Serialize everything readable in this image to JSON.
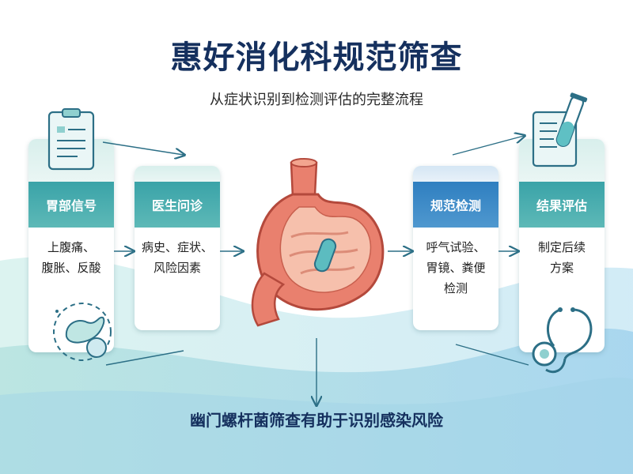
{
  "title": "惠好消化科规范筛查",
  "subtitle": "从症状识别到检测评估的完整流程",
  "steps": [
    {
      "title": "胃部信号",
      "lines": [
        "上腹痛、",
        "腹胀、反酸"
      ]
    },
    {
      "title": "医生问诊",
      "lines": [
        "病史、症状、",
        "风险因素"
      ]
    },
    {
      "title": "规范检测",
      "lines": [
        "呼气试验、",
        "胃镜、粪便",
        "检测"
      ]
    },
    {
      "title": "结果评估",
      "lines": [
        "制定后续",
        "方案"
      ]
    }
  ],
  "footer": "幽门螺杆菌筛查有助于识别感染风险",
  "colors": {
    "title": "#15305e",
    "teal": "#3aa3a8",
    "blue": "#2f7fc0",
    "arrow": "#2c6f86",
    "stomach": "#e9806e"
  },
  "icons": [
    "clipboard-icon",
    "stomach-icon",
    "test-tube-icon",
    "stethoscope-icon",
    "bacteria-icon"
  ]
}
